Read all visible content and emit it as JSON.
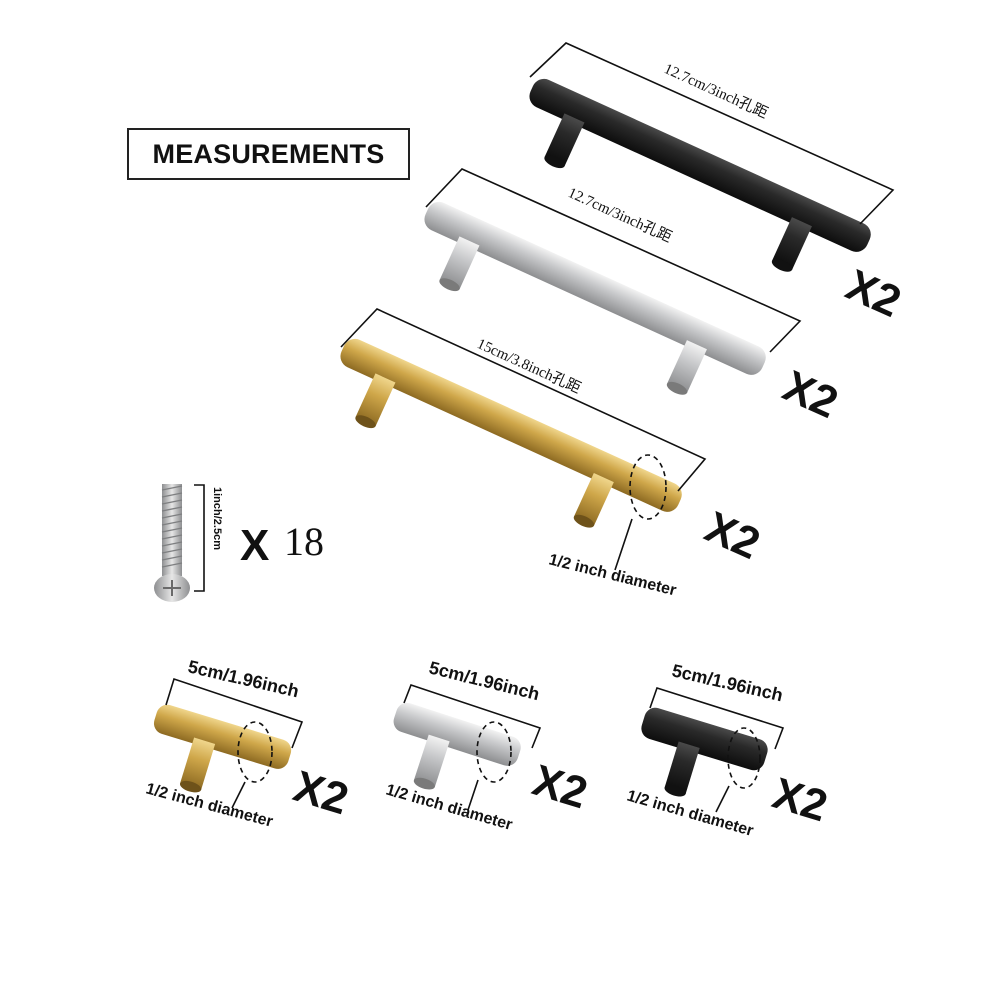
{
  "title": "MEASUREMENTS",
  "colors": {
    "black": "#1e1e1e",
    "silver": "#c9cacc",
    "gold": "#c9a545"
  },
  "large_handles": [
    {
      "finish": "black",
      "dimension": "12.7cm/3inch孔距",
      "quantity": "X2"
    },
    {
      "finish": "silver",
      "dimension": "12.7cm/3inch孔距",
      "quantity": "X2"
    },
    {
      "finish": "gold",
      "dimension": "15cm/3.8inch孔距",
      "quantity": "X2",
      "diameter_note": "1/2 inch diameter"
    }
  ],
  "screw": {
    "dimension": "1inch/2.5cm",
    "x": "X",
    "count": "18"
  },
  "small_handles": [
    {
      "finish": "gold",
      "dimension": "5cm/1.96inch",
      "quantity": "X2",
      "diameter_note": "1/2 inch diameter"
    },
    {
      "finish": "silver",
      "dimension": "5cm/1.96inch",
      "quantity": "X2",
      "diameter_note": "1/2 inch diameter"
    },
    {
      "finish": "black",
      "dimension": "5cm/1.96inch",
      "quantity": "X2",
      "diameter_note": "1/2 inch diameter"
    }
  ]
}
